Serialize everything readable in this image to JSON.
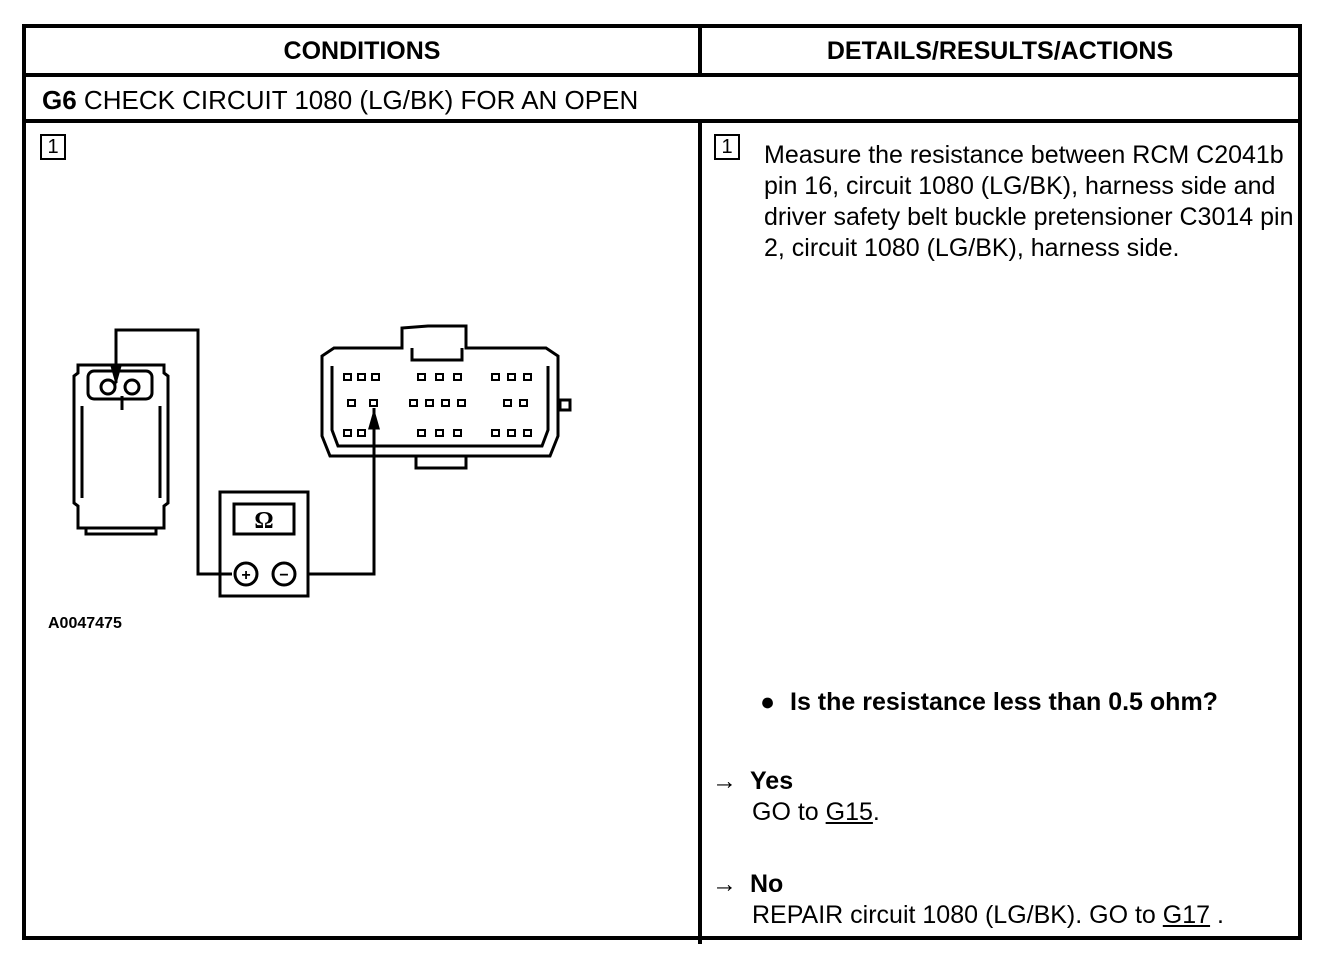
{
  "header": {
    "conditions": "CONDITIONS",
    "details": "DETAILS/RESULTS/ACTIONS"
  },
  "test": {
    "code": "G6",
    "title": "CHECK CIRCUIT 1080 (LG/BK) FOR AN OPEN"
  },
  "step": {
    "number": "1",
    "description": "Measure the resistance between RCM C2041b pin 16, circuit 1080 (LG/BK), harness side and driver safety belt buckle pretensioner C3014 pin 2, circuit 1080 (LG/BK), harness side.",
    "question": "Is the resistance less than 0.5 ohm?"
  },
  "figure": {
    "id": "A0047475",
    "meter_symbol": "Ω",
    "plus": "+",
    "minus": "−"
  },
  "results": {
    "arrow": "→",
    "yes": {
      "label": "Yes",
      "action_prefix": "GO to",
      "target": "G15",
      "suffix": "."
    },
    "no": {
      "label": "No",
      "action_prefix": "REPAIR circuit 1080 (LG/BK). GO to",
      "target": "G17",
      "suffix": " ."
    }
  }
}
